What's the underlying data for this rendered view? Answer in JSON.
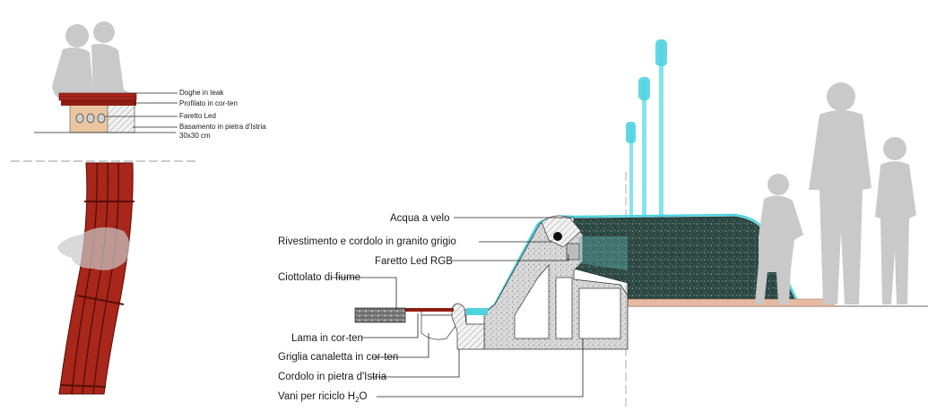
{
  "bench_labels": {
    "teak": "Doghe in teak",
    "corten_profile": "Profilato in cor-ten",
    "led": "Faretto Led",
    "base": "Basamento in pietra d'Istria",
    "base_size": "30x30 cm"
  },
  "fountain_labels": {
    "water": "Acqua a velo",
    "granite": "Rivestimento e cordolo in granito grigio",
    "led_rgb": "Faretto Led RGB",
    "pebbles": "Ciottolato di fiume",
    "blade": "Lama in cor-ten",
    "grate": "Griglia canaletta in cor-ten",
    "curb": "Cordolo in pietra d'Istria",
    "h2o_prefix": "Vani per riciclo H",
    "h2o_sub": "2",
    "h2o_suffix": "O"
  },
  "colors": {
    "corten": "#8f1d12",
    "water": "#4fd3e0",
    "granite": "#2f4a44",
    "concrete": "#d6d6d6",
    "silhouette": "#c9c9c9"
  }
}
